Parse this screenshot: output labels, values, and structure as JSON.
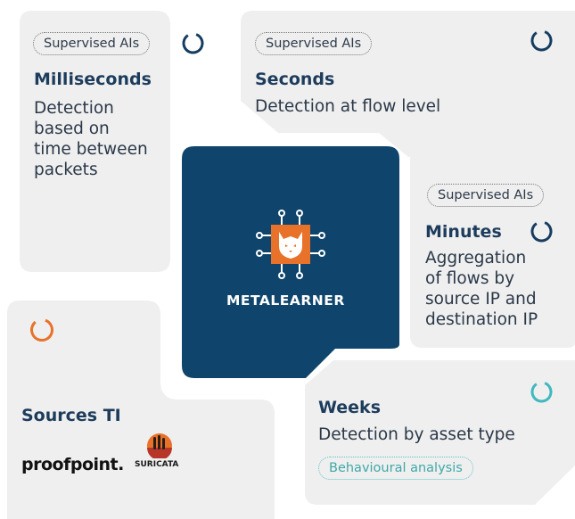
{
  "colors": {
    "card_bg": "#efefef",
    "center_bg": "#0f456c",
    "accent_dark": "#1d3c5c",
    "orange": "#e8722a",
    "teal": "#3fb8be",
    "navy_ring": "#163d5f"
  },
  "center": {
    "label": "METALEARNER",
    "icon": "lynx-chip-icon"
  },
  "cards": {
    "milliseconds": {
      "pill": "Supervised AIs",
      "title": "Milliseconds",
      "desc_lines": [
        "Detection",
        "based on",
        "time between",
        "packets"
      ],
      "icon": "navy-ring-icon"
    },
    "seconds": {
      "pill": "Supervised AIs",
      "title": "Seconds",
      "desc": "Detection at flow level",
      "icon": "navy-ring-icon"
    },
    "minutes": {
      "pill": "Supervised AIs",
      "title": "Minutes",
      "desc_lines": [
        "Aggregation",
        "of flows by",
        "source IP and",
        "destination IP"
      ],
      "icon": "navy-ring-icon"
    },
    "weeks": {
      "title": "Weeks",
      "desc": "Detection by asset type",
      "pill": "Behavioural analysis",
      "icon": "teal-ring-icon"
    },
    "sources": {
      "title": "Sources TI",
      "logos": [
        "proofpoint.",
        "SURICATA"
      ],
      "icon": "orange-ring-icon"
    }
  }
}
